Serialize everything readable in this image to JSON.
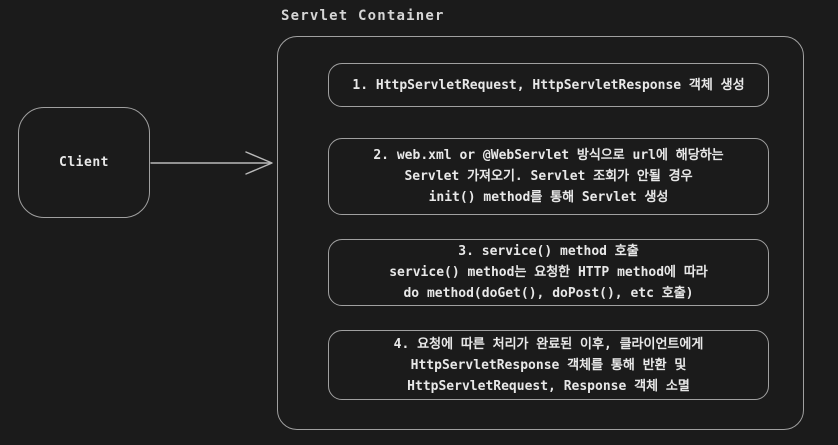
{
  "colors": {
    "background": "#1b1b1b",
    "border": "#a0a0a0",
    "text": "#e8e8e8",
    "title": "#d6d6d6",
    "arrow": "#b9b9b9"
  },
  "client": {
    "label": "Client"
  },
  "arrow": {
    "description": "open-headed arrow from client to servlet container"
  },
  "container": {
    "title": "Servlet Container",
    "steps": [
      {
        "lines": [
          "1. HttpServletRequest, HttpServletResponse 객체 생성"
        ]
      },
      {
        "lines": [
          "2. web.xml or @WebServlet 방식으로 url에 해당하는",
          "Servlet 가져오기. Servlet 조회가 안될 경우",
          "init() method를 통해 Servlet 생성"
        ]
      },
      {
        "lines": [
          "3. service() method 호출",
          "service() method는 요청한 HTTP method에 따라",
          "do method(doGet(), doPost(), etc 호출)"
        ]
      },
      {
        "lines": [
          "4. 요청에 따른 처리가 완료된 이후, 클라이언트에게",
          "HttpServletResponse 객체를 통해 반환 및",
          "HttpServletRequest, Response 객체 소멸"
        ]
      }
    ]
  }
}
